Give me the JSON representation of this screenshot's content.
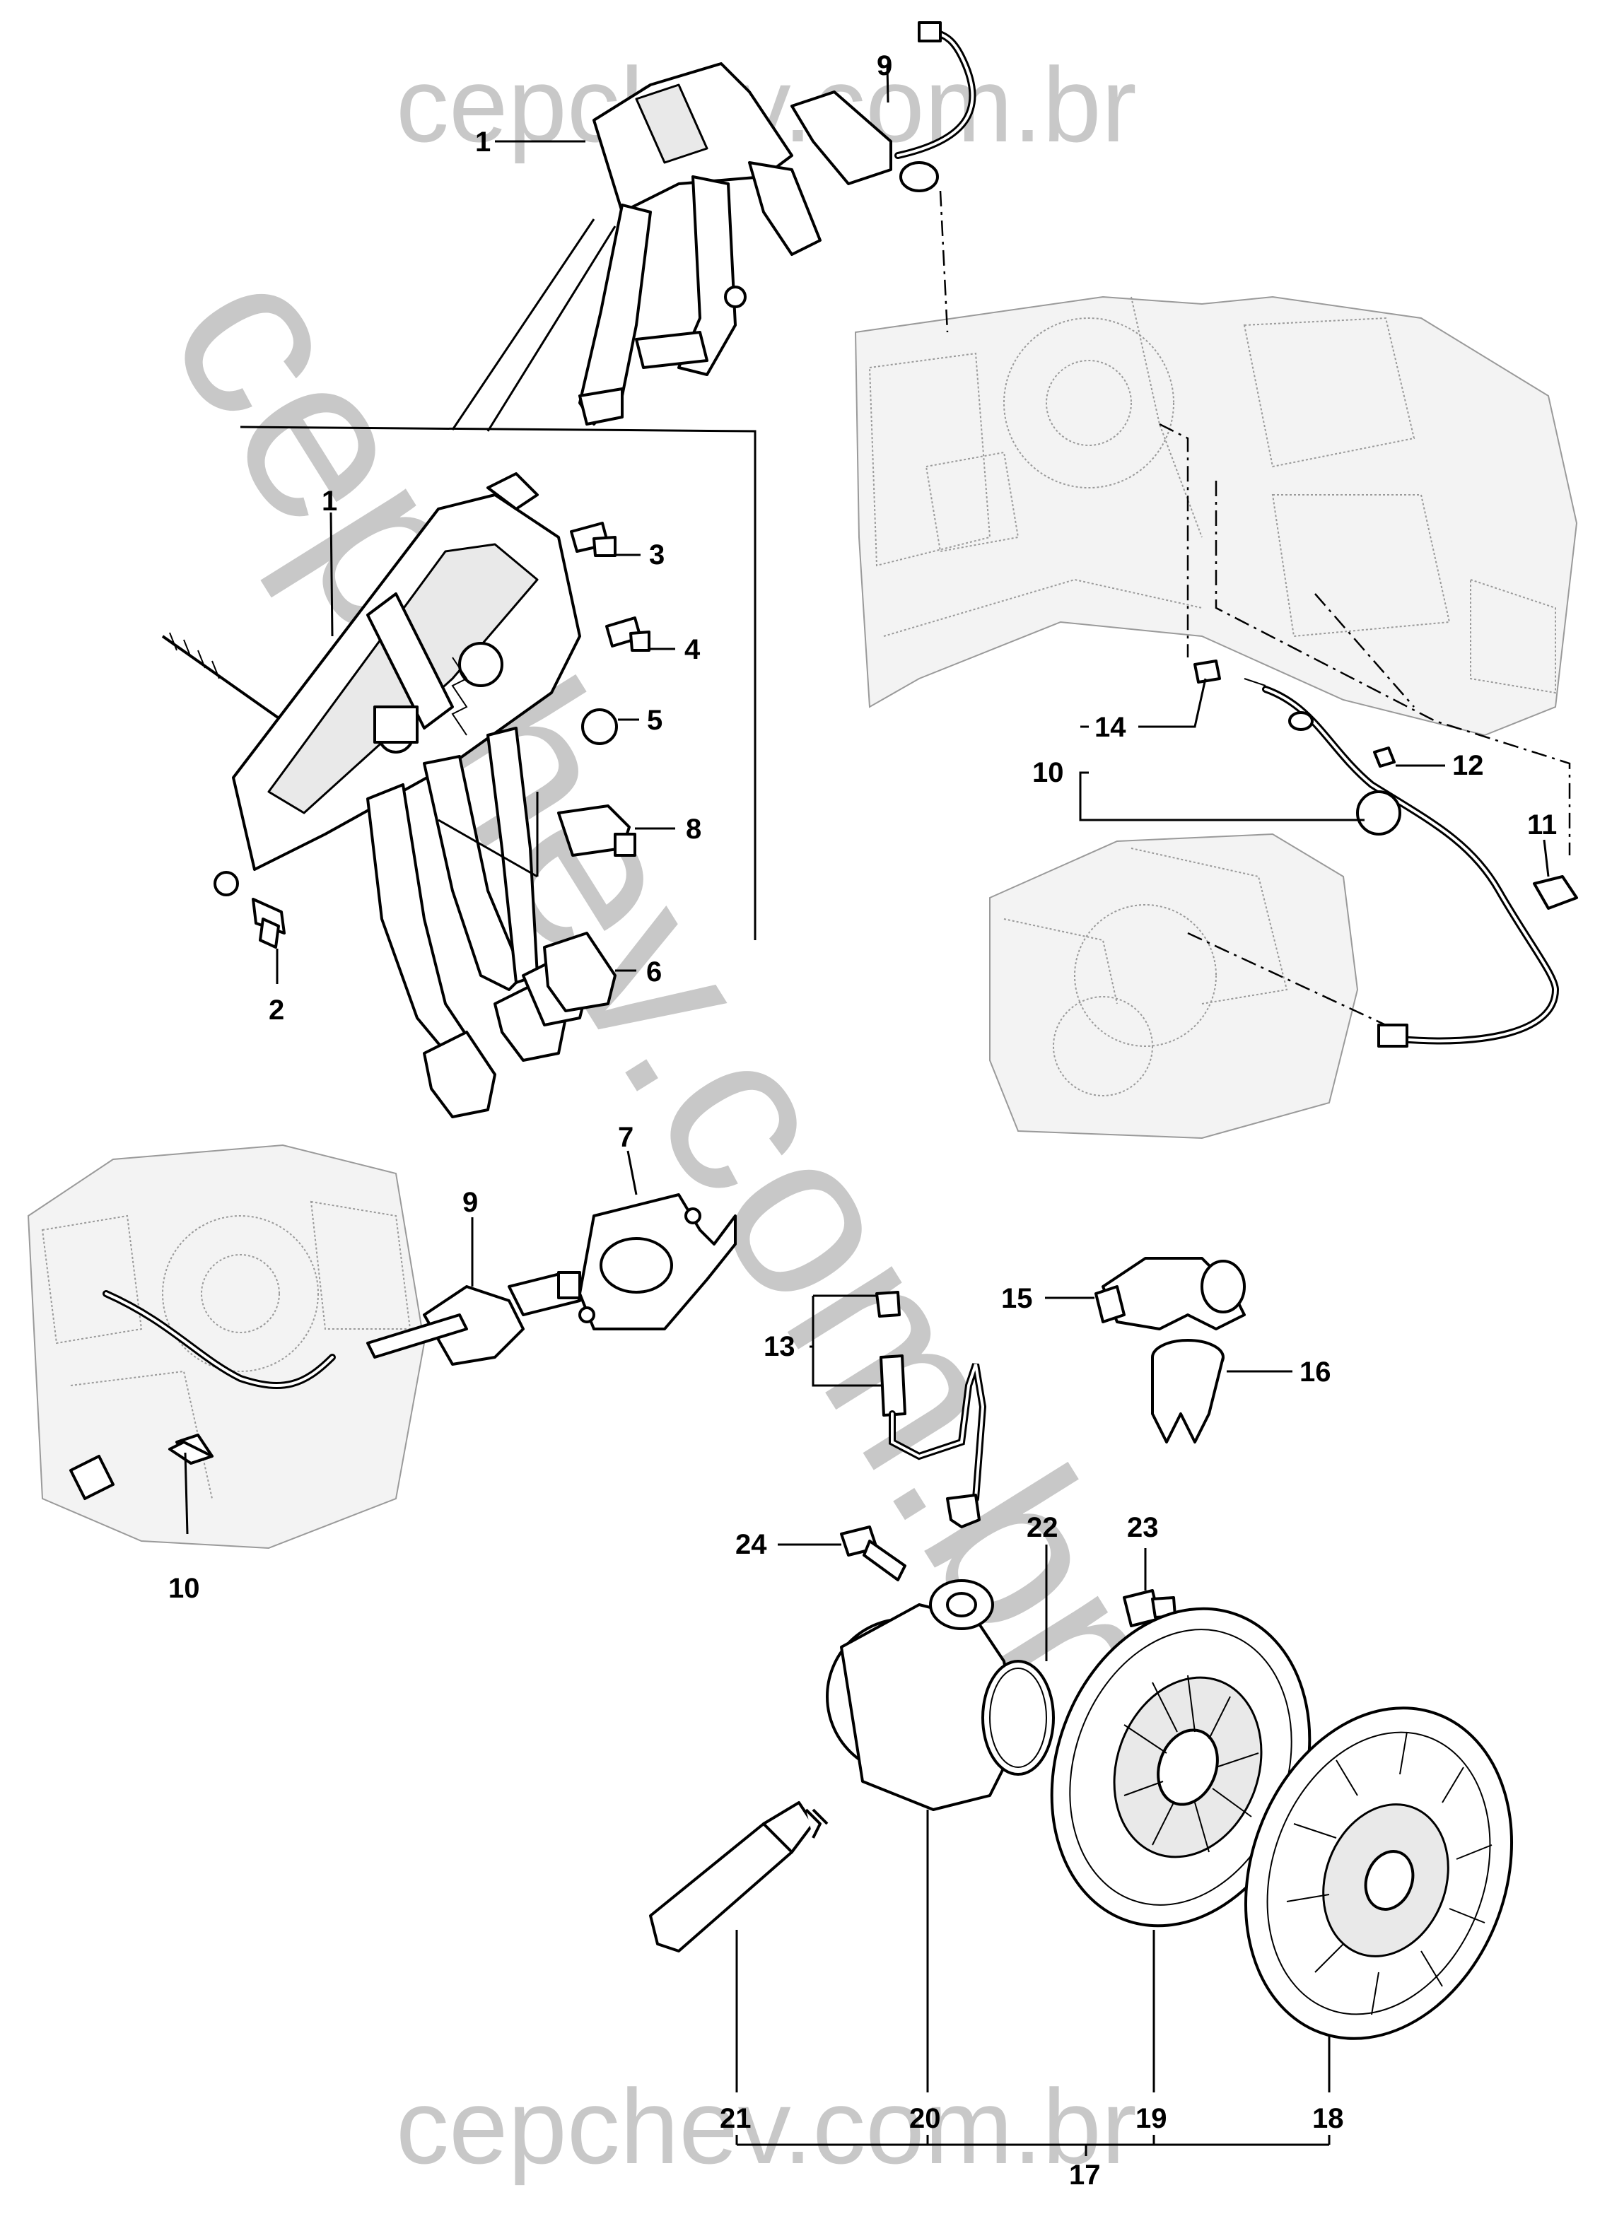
{
  "watermarks": {
    "top": "cepchev.com.br",
    "diagonal": "cepchev.com.br",
    "bottom": "cepchev.com.br"
  },
  "callouts": {
    "c1_top": "1",
    "c1_mid": "1",
    "c2": "2",
    "c3": "3",
    "c4": "4",
    "c5": "5",
    "c6": "6",
    "c7": "7",
    "c8": "8",
    "c9_top": "9",
    "c9_mid": "9",
    "c10_right": "10",
    "c10_left": "10",
    "c11": "11",
    "c12": "12",
    "c13": "13",
    "c14": "14",
    "c15": "15",
    "c16": "16",
    "c17": "17",
    "c18": "18",
    "c19": "19",
    "c20": "20",
    "c21": "21",
    "c22": "22",
    "c23": "23",
    "c24": "24"
  }
}
